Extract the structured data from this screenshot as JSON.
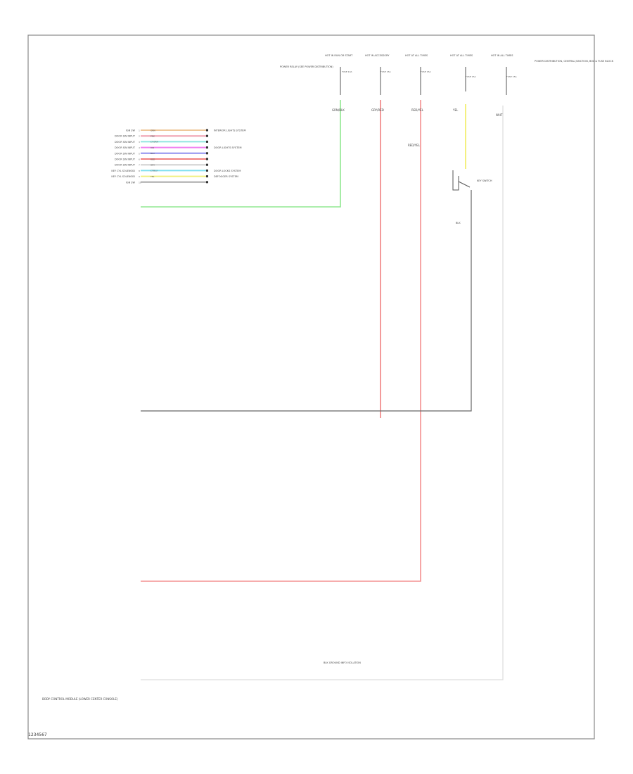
{
  "top_connectors": [
    {
      "label": "HOT IN RUN OR START",
      "callout": "FUSE 10A",
      "wire": "GRN/BLK"
    },
    {
      "label": "HOT IN ACCESSORY",
      "callout": "FUSE 15A",
      "wire": "GRY/RED"
    },
    {
      "label": "HOT AT ALL TIMES",
      "callout": "FUSE 15A",
      "wire": "RED/YEL"
    },
    {
      "label": "HOT AT ALL TIMES",
      "callout": "FUSE 15A",
      "wire": "YEL"
    },
    {
      "label": "HOT IN ALL TIMES",
      "callout": "FUSE 15A",
      "wire": "WHT"
    }
  ],
  "top_left_note": "POWER RELAY (SEE POWER DISTRIBUTION)",
  "top_right_note": "POWER DISTRIBUTION, CENTRAL JUNCTION, BOX & FUSE BLOCK",
  "key_switch": {
    "label": "KEY SWITCH",
    "wire_top": "WHT",
    "wire_bottom": "BLK",
    "red_yel": "RED/YEL"
  },
  "signals": [
    {
      "name": "IGN SW",
      "pin": "1",
      "wire": "GRN",
      "dest": "INTERIOR LIGHTS SYSTEM",
      "color": "#efc79a"
    },
    {
      "name": "DOOR SW INPUT",
      "pin": "2",
      "wire": "PNK",
      "dest": "",
      "color": "#f0a0b0"
    },
    {
      "name": "DOOR SW INPUT",
      "pin": "3",
      "wire": "LT GRN",
      "dest": "",
      "color": "#90e6e0"
    },
    {
      "name": "DOOR SW INPUT",
      "pin": "4",
      "wire": "VIO",
      "dest": "DOOR LIGHTS SYSTEM",
      "color": "#f080f0"
    },
    {
      "name": "DOOR SW INPUT",
      "pin": "5",
      "wire": "BLU",
      "dest": "",
      "color": "#9090f0"
    },
    {
      "name": "DOOR SW INPUT",
      "pin": "6",
      "wire": "RED",
      "dest": "",
      "color": "#f08080"
    },
    {
      "name": "DOOR SW INPUT",
      "pin": "7",
      "wire": "GRY",
      "dest": "",
      "color": "#d0d0d0"
    },
    {
      "name": "KEY CYL SOLENOID",
      "pin": "8",
      "wire": "LT BLU",
      "dest": "DOOR LOCKS SYSTEM",
      "color": "#80e0f0"
    },
    {
      "name": "KEY CYL SOLENOID",
      "pin": "9",
      "wire": "YEL",
      "dest": "DEFOGGER SYSTEM",
      "color": "#f0f080"
    },
    {
      "name": "IGN SW",
      "pin": "10",
      "wire": "",
      "dest": "",
      "color": "#aaaaaa"
    }
  ],
  "bottom_label": "BODY CONTROL MODULE (LOWER CENTER CONSOLE)",
  "ground_label": "BLK GROUND INFO ISOLATION",
  "figure_id": "1234567"
}
